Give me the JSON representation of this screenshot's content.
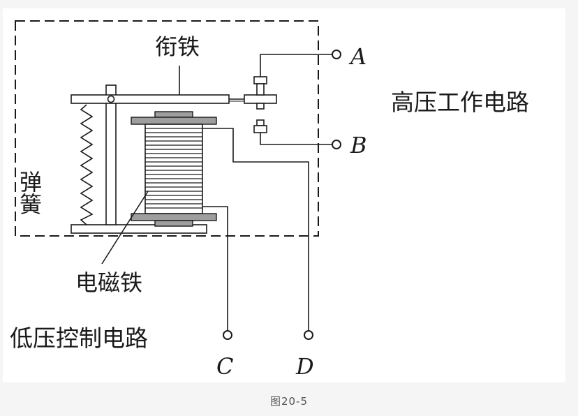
{
  "labels": {
    "armature": "衔铁",
    "spring": "弹簧",
    "electromagnet": "电磁铁",
    "high_voltage_circuit": "高压工作电路",
    "low_voltage_circuit": "低压控制电路",
    "terminal_a": "A",
    "terminal_b": "B",
    "terminal_c": "C",
    "terminal_d": "D"
  },
  "caption": "图20-5",
  "colors": {
    "line": "#1a1a1a",
    "plate_fill": "#9e9e9e",
    "panel": "#ffffff",
    "page": "#f5f5f5"
  }
}
